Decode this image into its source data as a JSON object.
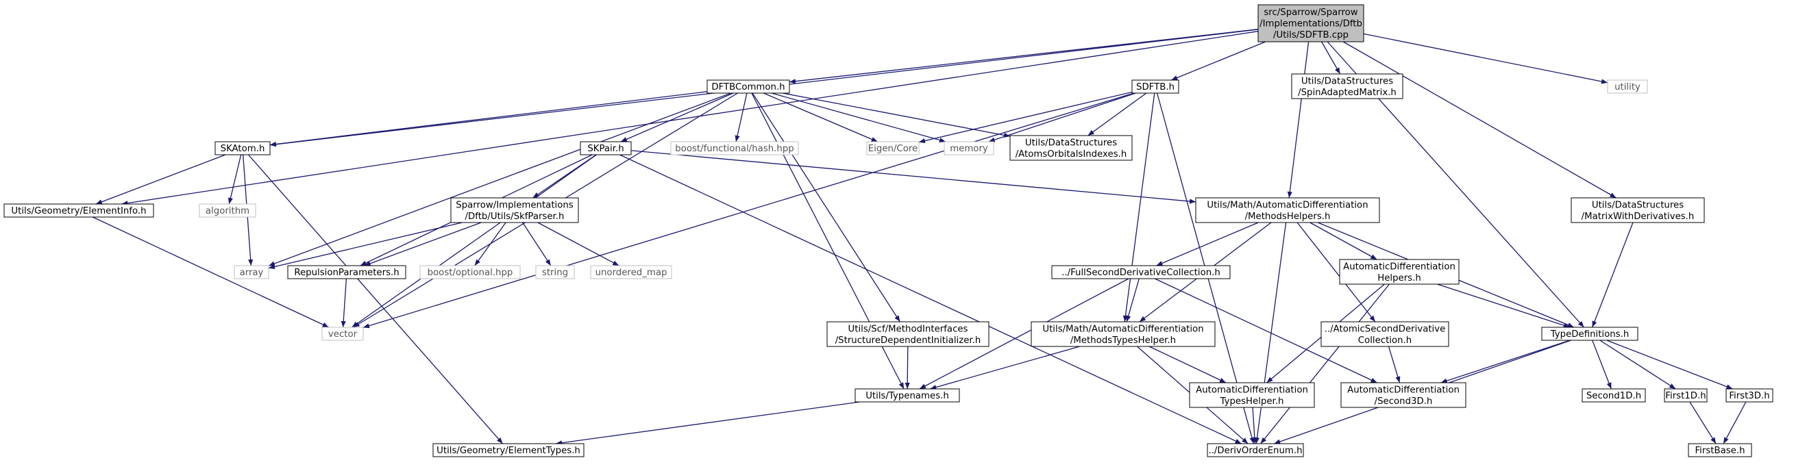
{
  "colors": {
    "edge": "#191970",
    "node_border": "#000000",
    "external_border": "#bfbfbf",
    "external_text": "#555555",
    "root_fill": "#bfbfbf",
    "node_fill": "#ffffff"
  },
  "nodes": [
    {
      "id": "root",
      "kind": "root",
      "lines": [
        "src/Sparrow/Sparrow",
        "/Implementations/Dftb",
        "/Utils/SDFTB.cpp"
      ]
    },
    {
      "id": "dftbcommon",
      "kind": "file",
      "lines": [
        "DFTBCommon.h"
      ]
    },
    {
      "id": "sdftb",
      "kind": "file",
      "lines": [
        "SDFTB.h"
      ]
    },
    {
      "id": "spinadapted",
      "kind": "file",
      "lines": [
        "Utils/DataStructures",
        "/SpinAdaptedMatrix.h"
      ]
    },
    {
      "id": "utility",
      "kind": "external",
      "lines": [
        "utility"
      ]
    },
    {
      "id": "skatom",
      "kind": "file",
      "lines": [
        "SKAtom.h"
      ]
    },
    {
      "id": "skpair",
      "kind": "file",
      "lines": [
        "SKPair.h"
      ]
    },
    {
      "id": "boosthash",
      "kind": "external",
      "lines": [
        "boost/functional/hash.hpp"
      ]
    },
    {
      "id": "eigencore",
      "kind": "external",
      "lines": [
        "Eigen/Core"
      ]
    },
    {
      "id": "memory",
      "kind": "external",
      "lines": [
        "memory"
      ]
    },
    {
      "id": "atomsorbitals",
      "kind": "file",
      "lines": [
        "Utils/DataStructures",
        "/AtomsOrbitalsIndexes.h"
      ]
    },
    {
      "id": "elementinfo",
      "kind": "file",
      "lines": [
        "Utils/Geometry/ElementInfo.h"
      ]
    },
    {
      "id": "algorithm",
      "kind": "external",
      "lines": [
        "algorithm"
      ]
    },
    {
      "id": "skfparser",
      "kind": "file",
      "lines": [
        "Sparrow/Implementations",
        "/Dftb/Utils/SkfParser.h"
      ]
    },
    {
      "id": "methodshelpers",
      "kind": "file",
      "lines": [
        "Utils/Math/AutomaticDifferentiation",
        "/MethodsHelpers.h"
      ]
    },
    {
      "id": "matrixwithderiv",
      "kind": "file",
      "lines": [
        "Utils/DataStructures",
        "/MatrixWithDerivatives.h"
      ]
    },
    {
      "id": "array",
      "kind": "external",
      "lines": [
        "array"
      ]
    },
    {
      "id": "repulsion",
      "kind": "file",
      "lines": [
        "RepulsionParameters.h"
      ]
    },
    {
      "id": "boostoptional",
      "kind": "external",
      "lines": [
        "boost/optional.hpp"
      ]
    },
    {
      "id": "string",
      "kind": "external",
      "lines": [
        "string"
      ]
    },
    {
      "id": "unorderedmap",
      "kind": "external",
      "lines": [
        "unordered_map"
      ]
    },
    {
      "id": "fullsecond",
      "kind": "file",
      "lines": [
        "../FullSecondDerivativeCollection.h"
      ]
    },
    {
      "id": "adhelpers",
      "kind": "file",
      "lines": [
        "AutomaticDifferentiation",
        "Helpers.h"
      ]
    },
    {
      "id": "vector",
      "kind": "external",
      "lines": [
        "vector"
      ]
    },
    {
      "id": "structuredep",
      "kind": "file",
      "lines": [
        "Utils/Scf/MethodInterfaces",
        "/StructureDependentInitializer.h"
      ]
    },
    {
      "id": "methodstypeshelper",
      "kind": "file",
      "lines": [
        "Utils/Math/AutomaticDifferentiation",
        "/MethodsTypesHelper.h"
      ]
    },
    {
      "id": "atomicsecond",
      "kind": "file",
      "lines": [
        "../AtomicSecondDerivative",
        "Collection.h"
      ]
    },
    {
      "id": "typedefinitions",
      "kind": "file",
      "lines": [
        "TypeDefinitions.h"
      ]
    },
    {
      "id": "typenames",
      "kind": "file",
      "lines": [
        "Utils/Typenames.h"
      ]
    },
    {
      "id": "adtypeshelper",
      "kind": "file",
      "lines": [
        "AutomaticDifferentiation",
        "TypesHelper.h"
      ]
    },
    {
      "id": "second3d",
      "kind": "file",
      "lines": [
        "AutomaticDifferentiation",
        "/Second3D.h"
      ]
    },
    {
      "id": "second1d",
      "kind": "file",
      "lines": [
        "Second1D.h"
      ]
    },
    {
      "id": "first1d",
      "kind": "file",
      "lines": [
        "First1D.h"
      ]
    },
    {
      "id": "first3d",
      "kind": "file",
      "lines": [
        "First3D.h"
      ]
    },
    {
      "id": "elementtypes",
      "kind": "file",
      "lines": [
        "Utils/Geometry/ElementTypes.h"
      ]
    },
    {
      "id": "derivorder",
      "kind": "file",
      "lines": [
        "../DerivOrderEnum.h"
      ]
    },
    {
      "id": "firstbase",
      "kind": "file",
      "lines": [
        "FirstBase.h"
      ]
    }
  ],
  "edges": [
    [
      "root",
      "dftbcommon"
    ],
    [
      "root",
      "sdftb"
    ],
    [
      "root",
      "spinadapted"
    ],
    [
      "root",
      "utility"
    ],
    [
      "root",
      "skatom"
    ],
    [
      "root",
      "elementinfo"
    ],
    [
      "root",
      "methodshelpers"
    ],
    [
      "root",
      "matrixwithderiv"
    ],
    [
      "root",
      "typedefinitions"
    ],
    [
      "dftbcommon",
      "skatom"
    ],
    [
      "dftbcommon",
      "skpair"
    ],
    [
      "dftbcommon",
      "boosthash"
    ],
    [
      "dftbcommon",
      "eigencore"
    ],
    [
      "dftbcommon",
      "memory"
    ],
    [
      "dftbcommon",
      "atomsorbitals"
    ],
    [
      "dftbcommon",
      "array"
    ],
    [
      "dftbcommon",
      "vector"
    ],
    [
      "dftbcommon",
      "structuredep"
    ],
    [
      "dftbcommon",
      "typenames"
    ],
    [
      "sdftb",
      "eigencore"
    ],
    [
      "sdftb",
      "memory"
    ],
    [
      "sdftb",
      "atomsorbitals"
    ],
    [
      "sdftb",
      "vector"
    ],
    [
      "sdftb",
      "methodstypeshelper"
    ],
    [
      "sdftb",
      "derivorder"
    ],
    [
      "skatom",
      "elementinfo"
    ],
    [
      "skatom",
      "algorithm"
    ],
    [
      "skatom",
      "array"
    ],
    [
      "skatom",
      "elementtypes"
    ],
    [
      "skpair",
      "skfparser"
    ],
    [
      "skpair",
      "repulsion"
    ],
    [
      "skpair",
      "vector"
    ],
    [
      "skpair",
      "methodshelpers"
    ],
    [
      "skpair",
      "derivorder"
    ],
    [
      "elementinfo",
      "vector"
    ],
    [
      "skfparser",
      "array"
    ],
    [
      "skfparser",
      "repulsion"
    ],
    [
      "skfparser",
      "boostoptional"
    ],
    [
      "skfparser",
      "string"
    ],
    [
      "skfparser",
      "unorderedmap"
    ],
    [
      "methodshelpers",
      "fullsecond"
    ],
    [
      "methodshelpers",
      "methodstypeshelper"
    ],
    [
      "methodshelpers",
      "adhelpers"
    ],
    [
      "methodshelpers",
      "atomicsecond"
    ],
    [
      "methodshelpers",
      "typedefinitions"
    ],
    [
      "methodshelpers",
      "derivorder"
    ],
    [
      "matrixwithderiv",
      "typedefinitions"
    ],
    [
      "repulsion",
      "vector"
    ],
    [
      "fullsecond",
      "methodstypeshelper"
    ],
    [
      "fullsecond",
      "typenames"
    ],
    [
      "fullsecond",
      "second3d"
    ],
    [
      "adhelpers",
      "adtypeshelper"
    ],
    [
      "adhelpers",
      "typedefinitions"
    ],
    [
      "adhelpers",
      "derivorder"
    ],
    [
      "structuredep",
      "typenames"
    ],
    [
      "methodstypeshelper",
      "typenames"
    ],
    [
      "methodstypeshelper",
      "adtypeshelper"
    ],
    [
      "methodstypeshelper",
      "derivorder"
    ],
    [
      "atomicsecond",
      "second3d"
    ],
    [
      "typedefinitions",
      "second3d"
    ],
    [
      "typedefinitions",
      "second1d"
    ],
    [
      "typedefinitions",
      "first1d"
    ],
    [
      "typedefinitions",
      "first3d"
    ],
    [
      "typedefinitions",
      "derivorder"
    ],
    [
      "typenames",
      "elementtypes"
    ],
    [
      "adtypeshelper",
      "derivorder"
    ],
    [
      "first1d",
      "firstbase"
    ],
    [
      "first3d",
      "firstbase"
    ]
  ]
}
